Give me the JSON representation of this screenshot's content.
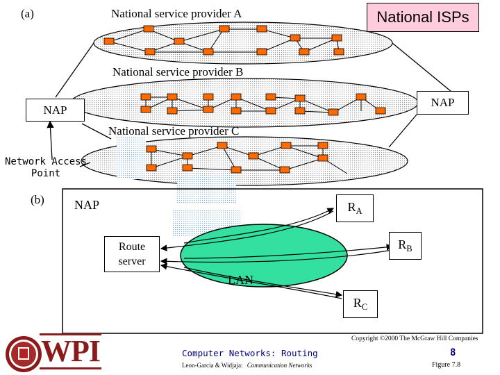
{
  "labels": {
    "part_a": "(a)",
    "part_b": "(b)",
    "nsp_a": "National service provider A",
    "nsp_b": "National service provider B",
    "nsp_c": "National service provider C",
    "national_isps": "National ISPs",
    "nap_left": "NAP",
    "nap_right": "NAP",
    "network_access_point_1": "Network Access",
    "network_access_point_2": "Point",
    "nap_b": "NAP",
    "ra_main": "R",
    "ra_sub": "A",
    "rb_main": "R",
    "rb_sub": "B",
    "rc_main": "R",
    "rc_sub": "C",
    "route_server_1": "Route",
    "route_server_2": "server",
    "lan": "LAN"
  },
  "footer": {
    "copyright": "Copyright ©2000 The McGraw Hill Companies",
    "course_title": "Computer Networks: Routing",
    "authors": "Leon-Garcia & Widjaja:",
    "book": "Communication Networks",
    "page_number": "8",
    "figure": "Figure 7.8",
    "logo_text": "WPI"
  },
  "colors": {
    "router": "#ff6a00",
    "ellipse_fill": "#e4e4e4",
    "lan_fill": "#33e0a0",
    "isp_box": "#ffccdd"
  }
}
